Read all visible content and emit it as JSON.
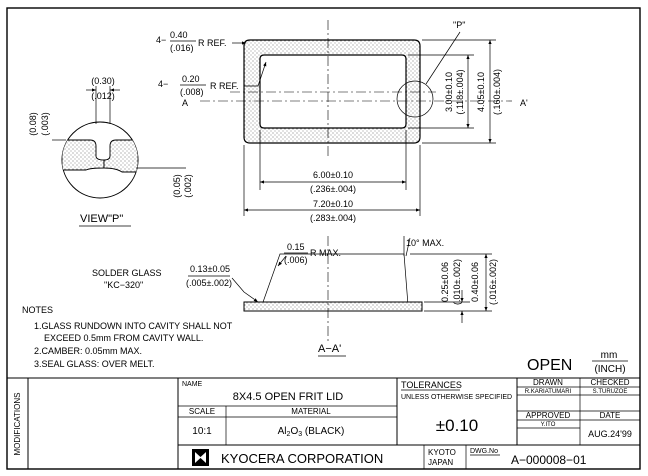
{
  "drawing": {
    "top_view": {
      "outer_radius_callout": [
        "4−",
        "0.40",
        "(.016)",
        "R REF."
      ],
      "inner_radius_callout": [
        "4−",
        "0.20",
        "(.008)",
        "R REF."
      ],
      "section_mark": "A",
      "section_mark_right": "A'",
      "detail_callout": "\"P\"",
      "dim_inner_width": [
        "6.00±0.10",
        "(.236±.004)"
      ],
      "dim_outer_width": [
        "7.20±0.10",
        "(.283±.004)"
      ],
      "dim_inner_height": [
        "3.00±0.10",
        "(.118±.004)"
      ],
      "dim_outer_height": [
        "4.05±0.10",
        "(.160±.004)"
      ]
    },
    "detail_view": {
      "title": "VIEW\"P\"",
      "dim_width": [
        "(0.30)",
        "(.012)"
      ],
      "dim_left": [
        "(0.08)",
        "(.003)"
      ],
      "dim_right": [
        "(0.05)",
        "(.002)"
      ]
    },
    "section_view": {
      "title": "A−A'",
      "solder_label": [
        "SOLDER GLASS",
        "\"KC−320\""
      ],
      "solder_dim": [
        "0.13±0.05",
        "(.005±.002)"
      ],
      "radius_callout": [
        "0.15",
        "(.006)",
        "R MAX."
      ],
      "angle_callout": "10° MAX.",
      "dim_glass_thk": [
        "0.25±0.06",
        "(.010±.002)"
      ],
      "dim_total_thk": [
        "0.40±0.06",
        "(.016±.002)"
      ]
    },
    "notes": {
      "heading": "NOTES",
      "lines": [
        "1.GLASS RUNDOWN INTO CAVITY SHALL NOT",
        "EXCEED 0.5mm FROM CAVITY WALL.",
        "2.CAMBER: 0.05mm MAX.",
        "3.SEAL GLASS: OVER MELT."
      ]
    },
    "state": "OPEN",
    "units": [
      "mm",
      "(INCH)"
    ]
  },
  "title_block": {
    "modifications": "MODIFICATIONS",
    "name_label": "NAME",
    "name": "8X4.5 OPEN FRIT LID",
    "scale_label": "SCALE",
    "scale": "10:1",
    "material_label": "MATERIAL",
    "material": [
      "Al",
      "2",
      "O",
      "3",
      " (BLACK)"
    ],
    "tolerances_label": "TOLERANCES",
    "tolerances_sub": "UNLESS OTHERWISE SPECIFIED",
    "tolerance": "±0.10",
    "drawn_label": "DRAWN",
    "drawn_by": "R.KARIATUMARI",
    "checked_label": "CHECKED",
    "checked_by": "S.TURUZOE",
    "approved_label": "APPROVED",
    "approved_by": "Y.ITO",
    "date_label": "DATE",
    "date": "AUG.24'99",
    "company": "KYOCERA CORPORATION",
    "location": [
      "KYOTO",
      "JAPAN"
    ],
    "dwg_label": "DWG.No",
    "dwg_no": "A−000008−01"
  }
}
